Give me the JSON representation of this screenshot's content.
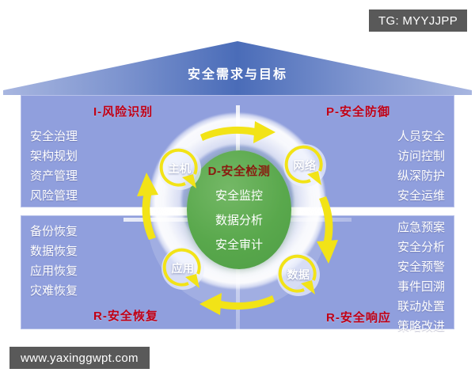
{
  "watermarks": {
    "tg_badge": "TG: MYYJJPP",
    "site_url": "www.yaxinggwpt.com"
  },
  "roof": {
    "label": "安全需求与目标"
  },
  "quadrants": {
    "top_left": {
      "code": "I",
      "heading": "I-风险识别",
      "items": [
        "安全治理",
        "架构规划",
        "资产管理",
        "风险管理"
      ]
    },
    "top_right": {
      "code": "P",
      "heading": "P-安全防御",
      "items": [
        "人员安全",
        "访问控制",
        "纵深防护",
        "安全运维"
      ]
    },
    "bottom_left": {
      "code": "R",
      "heading": "R-安全恢复",
      "items": [
        "备份恢复",
        "数据恢复",
        "应用恢复",
        "灾难恢复"
      ]
    },
    "bottom_right": {
      "code": "R",
      "heading": "R-安全响应",
      "items": [
        "应急预案",
        "安全分析",
        "安全预警",
        "事件回溯",
        "联动处置",
        "策略改进"
      ]
    }
  },
  "core": {
    "heading": "D-安全检测",
    "items": [
      "安全监控",
      "数据分析",
      "安全审计"
    ]
  },
  "bubbles": [
    {
      "id": "host",
      "label": "主机"
    },
    {
      "id": "network",
      "label": "网络"
    },
    {
      "id": "application",
      "label": "应用"
    },
    {
      "id": "data",
      "label": "数据"
    }
  ],
  "colors": {
    "roof_blue": "#4a6cb8",
    "panel_blue": "#909fdd",
    "heading_red": "#c00016",
    "core_green": "#59a84c",
    "core_heading": "#8a1b10",
    "arrow_yellow": "#f2e317",
    "badge_gray": "#595959"
  }
}
